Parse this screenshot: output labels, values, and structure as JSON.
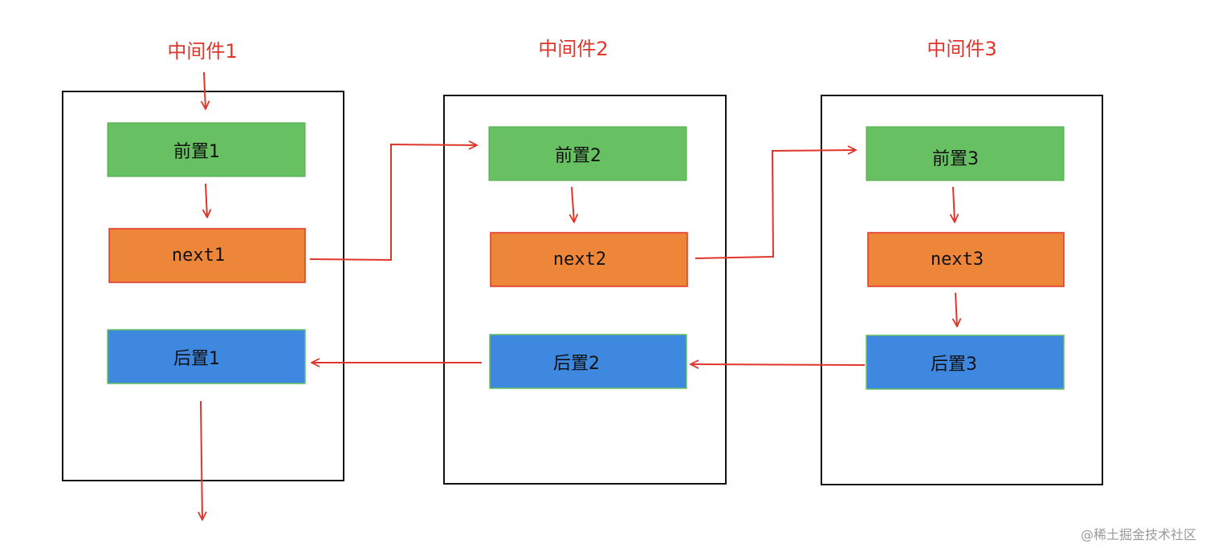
{
  "colors": {
    "title": "#e0352b",
    "arrow": "#e0352b",
    "pre": "#67c062",
    "next": "#ee8639",
    "post": "#3f88e0",
    "frame": "#111111"
  },
  "middlewares": [
    {
      "title": "中间件1",
      "pre": "前置1",
      "next": "next1",
      "post": "后置1"
    },
    {
      "title": "中间件2",
      "pre": "前置2",
      "next": "next2",
      "post": "后置2"
    },
    {
      "title": "中间件3",
      "pre": "前置3",
      "next": "next3",
      "post": "后置3"
    }
  ],
  "watermark": "@稀土掘金技术社区"
}
